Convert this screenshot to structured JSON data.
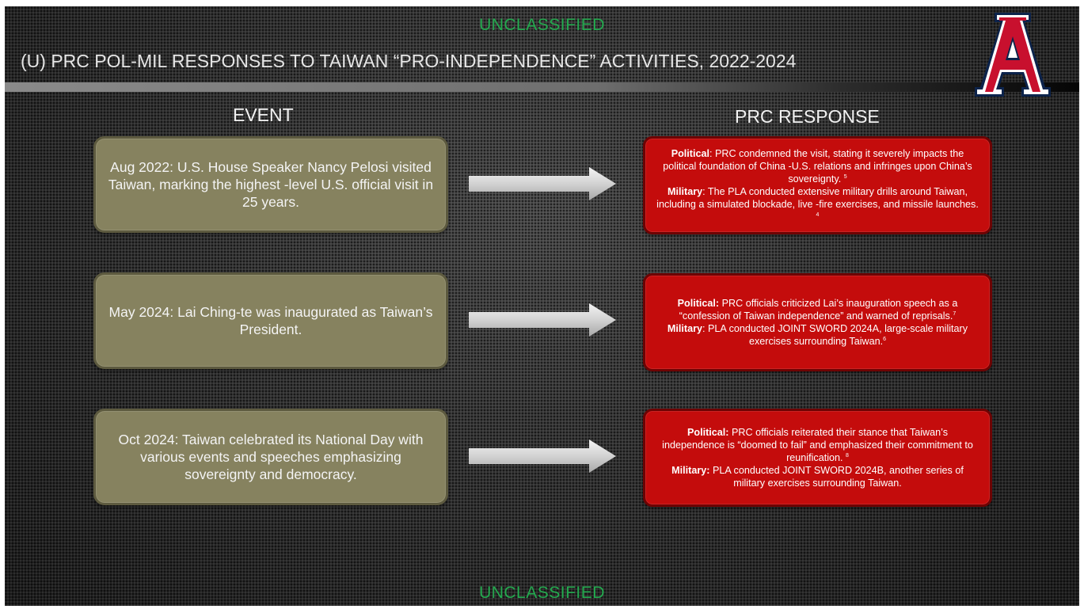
{
  "header": {
    "classification_top": "UNCLASSIFIED",
    "title": "(U) PRC POL-MIL RESPONSES TO TAIWAN “PRO-INDEPENDENCE” ACTIVITIES, 2022-2024",
    "logo_letter": "A"
  },
  "columns": {
    "event": "EVENT",
    "response": "PRC RESPONSE"
  },
  "rows": [
    {
      "event": "Aug 2022: U.S. House Speaker Nancy Pelosi visited Taiwan, marking the highest   -level U.S. official visit in 25 years.",
      "political_label": "Political",
      "political_sep": ": ",
      "political_text": "PRC condemned the visit, stating it severely impacts the political foundation of China -U.S. relations and infringes upon China’s sovereignty. ",
      "political_ref": "5",
      "military_label": "Military",
      "military_sep": ": ",
      "military_text": "The PLA conducted extensive military drills around Taiwan, including a simulated blockade, live  -fire exercises, and missile launches. ",
      "military_ref": "4"
    },
    {
      "event": "May 2024: Lai Ching-te was inaugurated as Taiwan’s President.",
      "political_label": "Political:",
      "political_sep": " ",
      "political_text": "PRC officials criticized Lai’s inauguration speech as a “confession of Taiwan independence” and warned of reprisals.",
      "political_ref": "7",
      "military_label": "Military",
      "military_sep": ": ",
      "military_text": "PLA conducted JOINT SWORD 2024A, large-scale military exercises surrounding Taiwan.",
      "military_ref": "6"
    },
    {
      "event": "Oct 2024: Taiwan celebrated its National Day with various events and speeches emphasizing sovereignty and democracy.",
      "political_label": "Political:",
      "political_sep": " ",
      "political_text": "PRC officials reiterated their stance that Taiwan’s independence is “doomed to fail” and emphasized their commitment to reunification. ",
      "political_ref": "8",
      "military_label": "Military:",
      "military_sep": " ",
      "military_text": "PLA conducted JOINT SWORD 2024B, another series of military exercises surrounding Taiwan.",
      "military_ref": ""
    }
  ],
  "footer": {
    "classification_bottom": "UNCLASSIFIED"
  },
  "colors": {
    "classification": "#23a94e",
    "event_box": "#86825f",
    "response_box": "#c40c0c",
    "logo_red": "#c8102e",
    "logo_navy": "#0c234b"
  },
  "icons": {
    "logo": "university-of-arizona-block-a-logo",
    "arrow": "right-arrow-icon"
  }
}
